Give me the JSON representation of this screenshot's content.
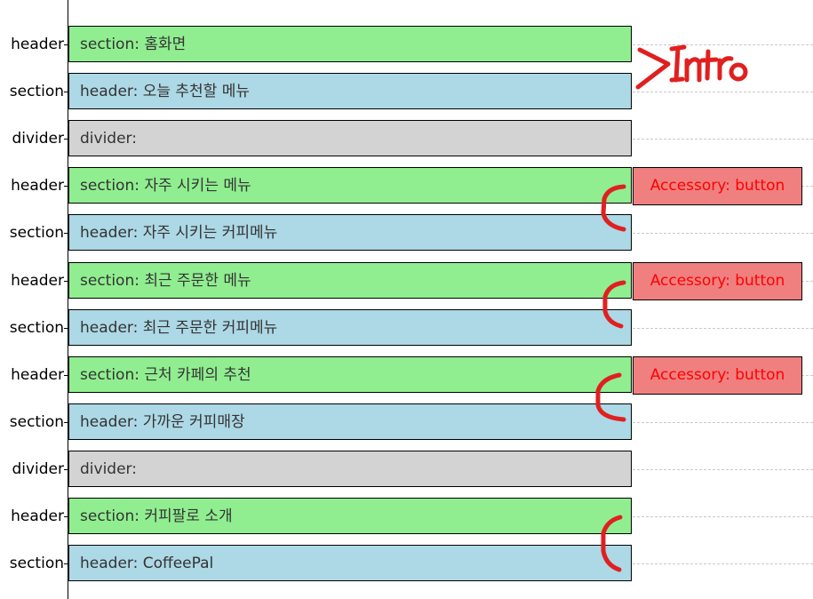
{
  "rows": [
    {
      "kind": "header",
      "label": "header",
      "bar_text": "section: 홈화면",
      "accessory": ""
    },
    {
      "kind": "section",
      "label": "section",
      "bar_text": "header: 오늘 추천할 메뉴",
      "accessory": ""
    },
    {
      "kind": "divider",
      "label": "divider",
      "bar_text": "divider:",
      "accessory": ""
    },
    {
      "kind": "header",
      "label": "header",
      "bar_text": "section: 자주 시키는 메뉴",
      "accessory": "Accessory: button"
    },
    {
      "kind": "section",
      "label": "section",
      "bar_text": "header: 자주 시키는 커피메뉴",
      "accessory": ""
    },
    {
      "kind": "header",
      "label": "header",
      "bar_text": "section: 최근 주문한 메뉴",
      "accessory": "Accessory: button"
    },
    {
      "kind": "section",
      "label": "section",
      "bar_text": "header: 최근 주문한 커피메뉴",
      "accessory": ""
    },
    {
      "kind": "header",
      "label": "header",
      "bar_text": "section: 근처 카페의 추천",
      "accessory": "Accessory: button"
    },
    {
      "kind": "section",
      "label": "section",
      "bar_text": "header: 가까운 커피매장",
      "accessory": ""
    },
    {
      "kind": "divider",
      "label": "divider",
      "bar_text": "divider:",
      "accessory": ""
    },
    {
      "kind": "header",
      "label": "header",
      "bar_text": "section: 커피팔로 소개",
      "accessory": ""
    },
    {
      "kind": "section",
      "label": "section",
      "bar_text": "header: CoffeePal",
      "accessory": ""
    }
  ],
  "annotation": {
    "text": "Intro",
    "color": "#e02020"
  },
  "colors": {
    "header_bar": "#90ee90",
    "section_bar": "#add8e6",
    "divider_bar": "#d3d3d3",
    "accessory_bg": "#f08080",
    "accessory_text": "#ff0000",
    "annotation": "#e02020"
  }
}
